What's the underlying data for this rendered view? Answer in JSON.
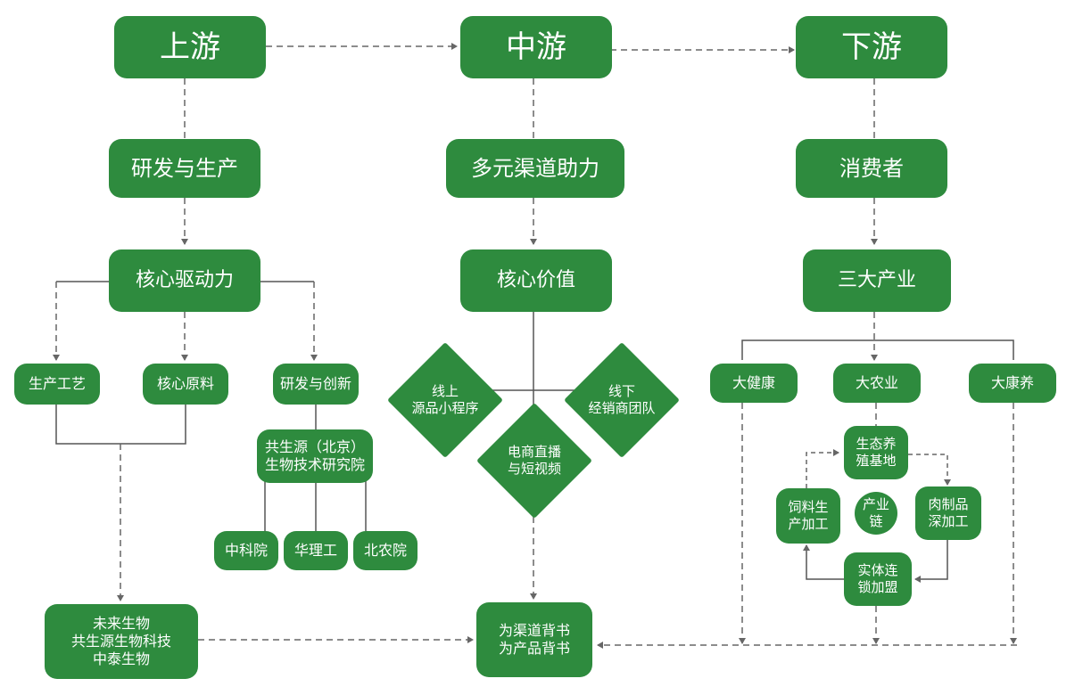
{
  "columns": {
    "upstream": "上游",
    "midstream": "中游",
    "downstream": "下游"
  },
  "upstream": {
    "rd_production": "研发与生产",
    "core_driver": "核心驱动力",
    "process": "生产工艺",
    "materials": "核心原料",
    "rd_innovation": "研发与创新",
    "institute": "共生源（北京）\n生物技术研究院",
    "partners": [
      "中科院",
      "华理工",
      "北农院"
    ],
    "companies": "未来生物\n共生源生物科技\n中泰生物"
  },
  "midstream": {
    "channels": "多元渠道助力",
    "core_value": "核心价值",
    "online": "线上\n源品小程序",
    "offline": "线下\n经销商团队",
    "ecommerce": "电商直播\n与短视频",
    "endorsement": "为渠道背书\n为产品背书"
  },
  "downstream": {
    "consumer": "消费者",
    "three_industries": "三大产业",
    "health": "大健康",
    "agriculture": "大农业",
    "wellness": "大康养",
    "base": "生态养\n殖基地",
    "meat": "肉制品\n深加工",
    "chain_store": "实体连\n锁加盟",
    "feed": "饲料生\n产加工",
    "chain": "产业\n链"
  },
  "colors": {
    "box": "#2e8b3e",
    "solid_line": "#555555",
    "dashed_line": "#666666"
  }
}
